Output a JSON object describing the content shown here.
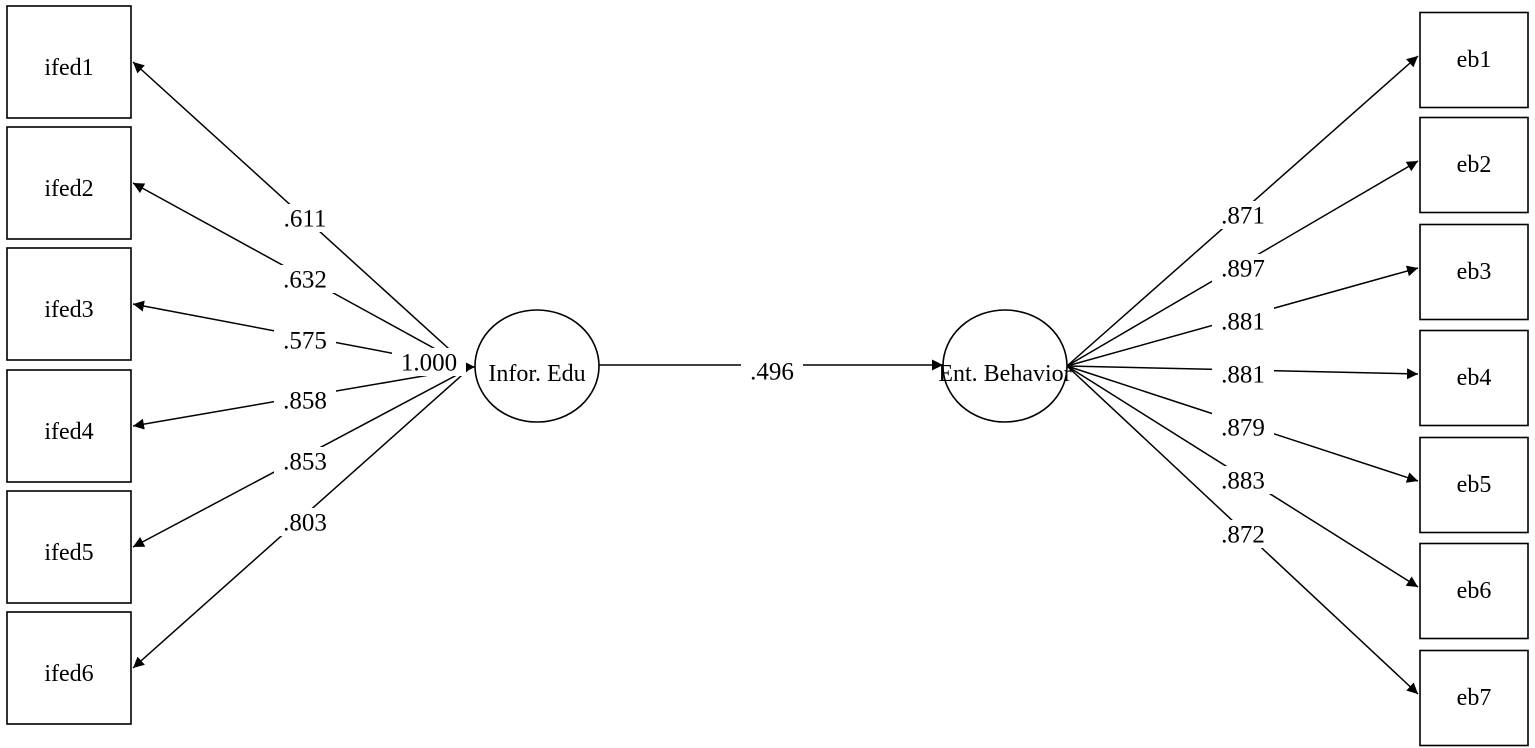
{
  "latent_left": {
    "label": "Infor. Edu",
    "variance": "1.000"
  },
  "latent_right": {
    "label": "Ent. Behavior"
  },
  "structural": {
    "coefficient": ".496"
  },
  "left_indicators": [
    {
      "label": "ifed1",
      "loading": ".611"
    },
    {
      "label": "ifed2",
      "loading": ".632"
    },
    {
      "label": "ifed3",
      "loading": ".575"
    },
    {
      "label": "ifed4",
      "loading": ".858"
    },
    {
      "label": "ifed5",
      "loading": ".853"
    },
    {
      "label": "ifed6",
      "loading": ".803"
    }
  ],
  "right_indicators": [
    {
      "label": "eb1",
      "loading": ".871"
    },
    {
      "label": "eb2",
      "loading": ".897"
    },
    {
      "label": "eb3",
      "loading": ".881"
    },
    {
      "label": "eb4",
      "loading": ".881"
    },
    {
      "label": "eb5",
      "loading": ".879"
    },
    {
      "label": "eb6",
      "loading": ".883"
    },
    {
      "label": "eb7",
      "loading": ".872"
    }
  ]
}
